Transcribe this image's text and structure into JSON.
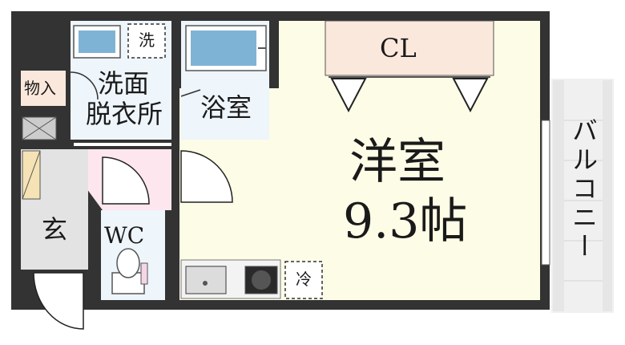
{
  "rooms": {
    "closet": "CL",
    "western_room_name": "洋室",
    "western_room_size": "9.3帖",
    "bathroom": "浴室",
    "washroom_line1": "洗面",
    "washroom_line2": "脱衣所",
    "storage": "物入",
    "entrance": "玄",
    "toilet": "WC",
    "balcony": "バルコニー"
  },
  "fixtures": {
    "washer": "洗",
    "fridge": "冷"
  },
  "colors": {
    "wall": "#333333",
    "western_room_floor": "#fdfce6",
    "closet_fill": "#fbe8dc",
    "corridor_fill": "#fde6ee",
    "wet_area_fill": "#eef5fb",
    "entrance_fill": "#e3e3e3",
    "balcony_fill": "#f0f0f0",
    "bath_blue": "#7fb3d5"
  }
}
